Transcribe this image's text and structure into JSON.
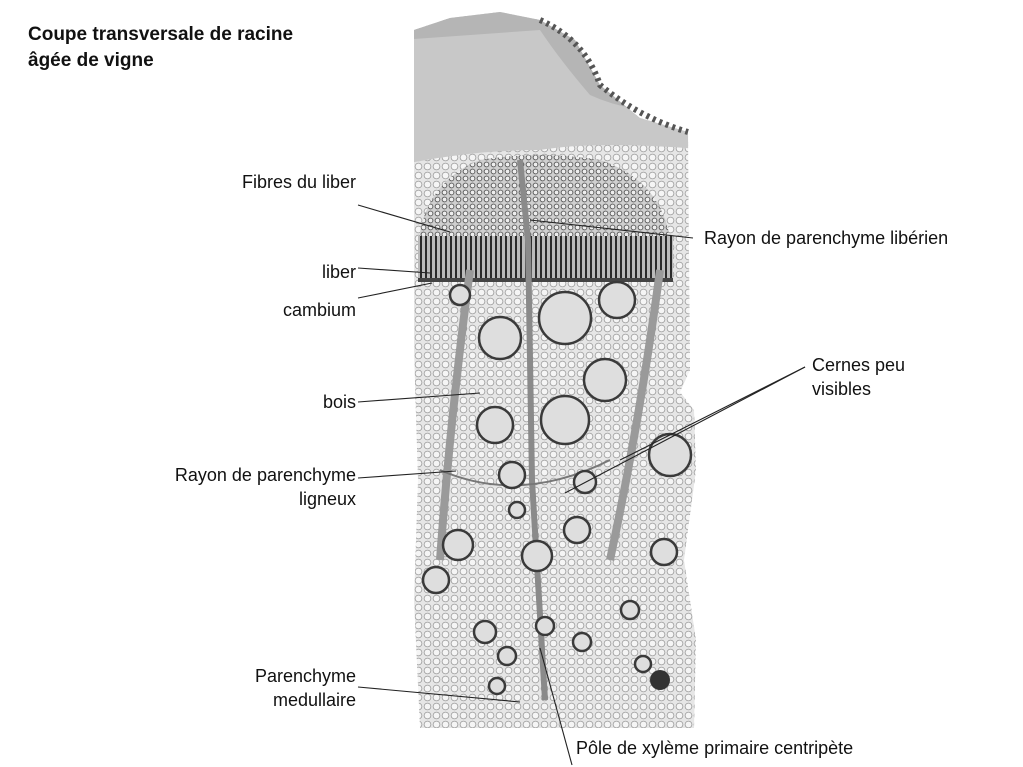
{
  "title": {
    "line1": "Coupe transversale de racine",
    "line2": "âgée de vigne"
  },
  "labels": {
    "fibres_liber": "Fibres du liber",
    "liber": "liber",
    "cambium": "cambium",
    "bois": "bois",
    "rayon_ligneux_1": "Rayon de parenchyme",
    "rayon_ligneux_2": "ligneux",
    "parenchyme_1": "Parenchyme",
    "parenchyme_2": "medullaire",
    "rayon_liberien": "Rayon de parenchyme libérien",
    "cernes_1": "Cernes peu",
    "cernes_2": "visibles",
    "pole_xyleme": "Pôle de xylème primaire centripète"
  },
  "colors": {
    "tissue_light": "#e9e9e9",
    "tissue_mid": "#bdbdbd",
    "tissue_dark": "#555555",
    "vessel_fill": "#dcdcdc",
    "leader_line": "#222222"
  }
}
